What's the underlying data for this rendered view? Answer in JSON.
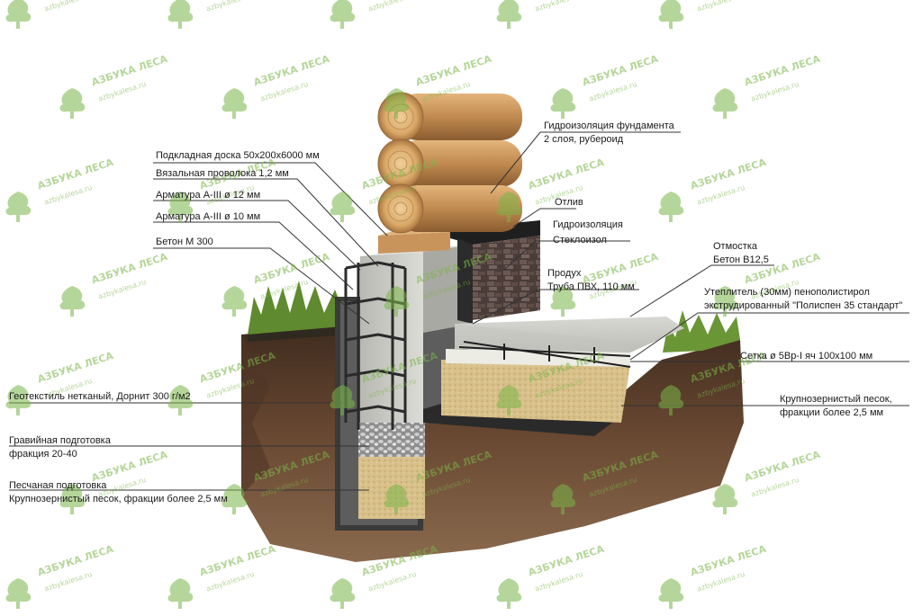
{
  "watermark": {
    "brand": "АЗБУКА ЛЕСА",
    "url": "azbykalesa.ru",
    "color": "#7ab648",
    "icon": "tree-icon"
  },
  "labels": {
    "foundation_waterproofing_1": "Гидроизоляция фундамента",
    "foundation_waterproofing_2": "2 слоя, рубероид",
    "sill_board": "Подкладная доска 50х200х6000 мм",
    "tie_wire": "Вязальная проволока 1,2 мм",
    "rebar_12": "Арматура А-III ø 12 мм",
    "rebar_10": "Арматура А-III ø 10 мм",
    "concrete": "Бетон М 300",
    "drip": "Отлив",
    "waterproofing_1": "Гидроизоляция",
    "waterproofing_2": "Стеклоизол",
    "vent_1": "Продух",
    "vent_2": "Труба ПВХ, 110 мм",
    "blind_area_1": "Отмостка",
    "blind_area_2": "Бетон В12,5",
    "insulation_1": "Утеплитель (30мм) пенополистирол",
    "insulation_2": "экструдированный \"Полиспен 35 стандарт\"",
    "mesh": "Сетка ø 5Вр-I яч 100х100  мм",
    "geotextile": "Геотекстиль нетканый, Дорнит 300 г/м2",
    "coarse_sand_1": "Крупнозернистый песок,",
    "coarse_sand_2": "фракции более 2,5 мм",
    "gravel_1": "Гравийная подготовка",
    "gravel_2": "фракция 20-40",
    "sand_bed_1": "Песчаная подготовка",
    "sand_bed_2": "Крупнозернистый песок, фракции более 2,5 мм"
  },
  "colors": {
    "log": "#c8955a",
    "concrete": "#c9c9c4",
    "soil": "#6b4a33",
    "grass": "#5f8a2f",
    "sand": "#d8c08a",
    "gravel": "#a9a9a9",
    "stone": "#5b4a45",
    "membrane": "#2b2b2b",
    "leader": "#333333"
  }
}
